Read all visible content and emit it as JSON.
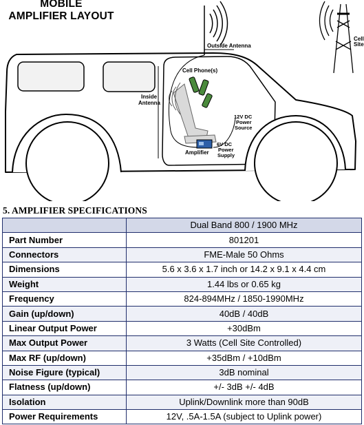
{
  "diagram": {
    "title_line1": "MOBILE",
    "title_line2": "AMPLIFIER LAYOUT",
    "labels": {
      "outside_antenna": "Outside Antenna",
      "cell_site_line1": "Cell",
      "cell_site_line2": "Site",
      "cell_phones": "Cell Phone(s)",
      "inside_antenna_line1": "Inside",
      "inside_antenna_line2": "Antenna",
      "power_12v_line1": "12V DC",
      "power_12v_line2": "Power",
      "power_12v_line3": "Source",
      "power_6v_line1": "6V DC",
      "power_6v_line2": "Power",
      "power_6v_line3": "Supply",
      "amplifier": "Amplifier"
    },
    "icons": [
      "vehicle-icon",
      "antenna-icon",
      "cell-tower-icon",
      "cell-phone-icon",
      "amplifier-icon",
      "seat-icon"
    ],
    "colors": {
      "outline": "#000000",
      "amplifier_box": "#2d5fa8",
      "phone_screen": "#4a8a3c"
    }
  },
  "section": {
    "heading": "5. AMPLIFIER SPECIFICATIONS"
  },
  "table": {
    "header_value": "Dual Band 800 / 1900 MHz",
    "rows": [
      {
        "key": "Part Number",
        "value": "801201"
      },
      {
        "key": "Connectors",
        "value": "FME-Male 50 Ohms"
      },
      {
        "key": "Dimensions",
        "value": "5.6 x 3.6 x 1.7 inch or 14.2 x 9.1 x 4.4 cm"
      },
      {
        "key": "Weight",
        "value": "1.44 lbs or 0.65 kg"
      },
      {
        "key": "Frequency",
        "value": "824-894MHz / 1850-1990MHz"
      },
      {
        "key": "Gain (up/down)",
        "value": "40dB / 40dB"
      },
      {
        "key": "Linear Output Power",
        "value": "+30dBm"
      },
      {
        "key": "Max Output Power",
        "value": "3 Watts (Cell Site Controlled)"
      },
      {
        "key": "Max RF (up/down)",
        "value": "+35dBm / +10dBm"
      },
      {
        "key": "Noise Figure (typical)",
        "value": "3dB nominal"
      },
      {
        "key": "Flatness (up/down)",
        "value": "+/- 3dB +/- 4dB"
      },
      {
        "key": "Isolation",
        "value": "Uplink/Downlink more than 90dB"
      },
      {
        "key": "Power Requirements",
        "value": "12V, .5A-1.5A (subject to Uplink power)"
      }
    ],
    "colors": {
      "border": "#1f2d6b",
      "header_bg": "#d3d8e8",
      "alt_bg": "#eef0f7"
    }
  }
}
